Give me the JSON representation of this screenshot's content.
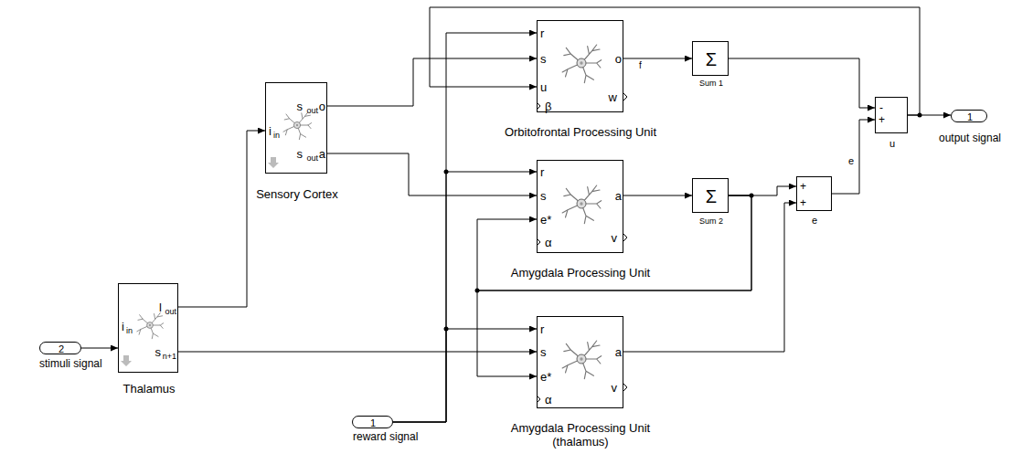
{
  "diagram": {
    "nodes": [
      {
        "text": [
          "2",
          "stimuli signal"
        ]
      },
      {
        "text": [
          "Thalamus",
          "i",
          "in",
          "l",
          "out",
          "s",
          "n+1"
        ]
      },
      {
        "text": [
          "Sensory Cortex",
          "i",
          "in",
          "s",
          "out",
          "o",
          "s",
          "out",
          "a"
        ]
      },
      {
        "text": [
          "1",
          "reward signal"
        ]
      },
      {
        "text": [
          "Orbitofrontal Processing Unit",
          "r",
          "s",
          "u",
          "β",
          "o",
          "w"
        ]
      },
      {
        "text": [
          "Amygdala Processing Unit",
          "r",
          "s",
          "e*",
          "α",
          "a",
          "v"
        ]
      },
      {
        "text": [
          "Amygdala Processing Unit (thalamus)",
          "r",
          "s",
          "e*",
          "α",
          "a",
          "v"
        ]
      },
      {
        "text": [
          "Σ",
          "Sum 1"
        ]
      },
      {
        "text": [
          "Σ",
          "Sum 2"
        ]
      },
      {
        "text": [
          "+",
          "+",
          "e"
        ]
      },
      {
        "text": [
          "-",
          "+",
          "u"
        ]
      },
      {
        "text": [
          "1",
          "output signal"
        ]
      }
    ],
    "edges": [
      {
        "from": 0,
        "to": 1,
        "arrow": "to"
      },
      {
        "from": 1,
        "to": 2,
        "arrow": "to"
      },
      {
        "from": 1,
        "to": 6,
        "arrow": "to"
      },
      {
        "from": 2,
        "to": 4,
        "arrow": "to"
      },
      {
        "from": 2,
        "to": 5,
        "arrow": "to"
      },
      {
        "from": 3,
        "to": 4,
        "arrow": "to"
      },
      {
        "from": 3,
        "to": 5,
        "arrow": "to"
      },
      {
        "from": 3,
        "to": 6,
        "arrow": "to"
      },
      {
        "from": 4,
        "to": 7,
        "label": "f",
        "arrow": "to"
      },
      {
        "from": 5,
        "to": 8,
        "arrow": "to"
      },
      {
        "from": 8,
        "to": 9,
        "arrow": "to"
      },
      {
        "from": 8,
        "to": 5,
        "arrow": "to"
      },
      {
        "from": 8,
        "to": 6,
        "arrow": "to"
      },
      {
        "from": 6,
        "to": 9,
        "arrow": "to"
      },
      {
        "from": 9,
        "to": 10,
        "label": "e",
        "arrow": "to"
      },
      {
        "from": 7,
        "to": 10,
        "arrow": "to"
      },
      {
        "from": 10,
        "to": 11,
        "arrow": "to"
      },
      {
        "from": 10,
        "to": 4,
        "arrow": "to"
      }
    ]
  }
}
